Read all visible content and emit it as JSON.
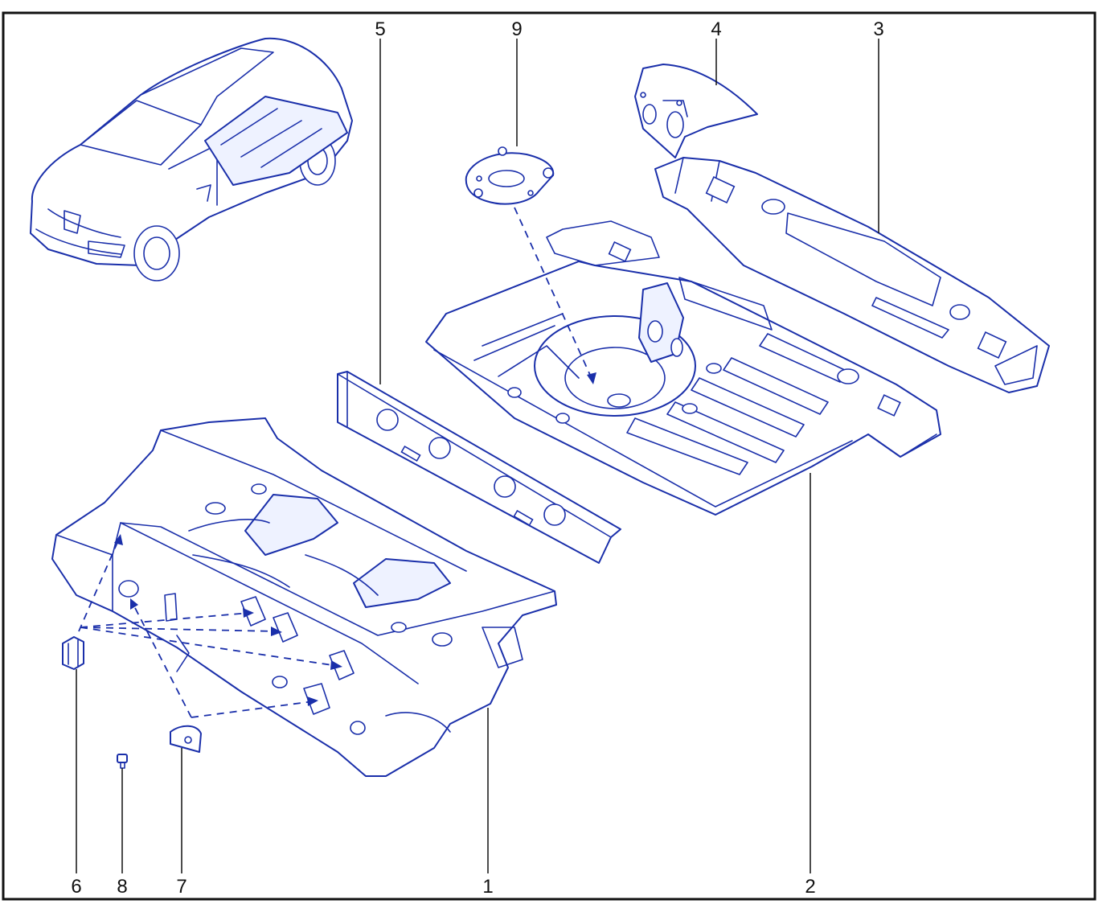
{
  "diagram": {
    "frame_color": "#111111",
    "line_color": "#1a2faa",
    "callouts": [
      {
        "id": "1",
        "label": "1"
      },
      {
        "id": "2",
        "label": "2"
      },
      {
        "id": "3",
        "label": "3"
      },
      {
        "id": "4",
        "label": "4"
      },
      {
        "id": "5",
        "label": "5"
      },
      {
        "id": "6",
        "label": "6"
      },
      {
        "id": "7",
        "label": "7"
      },
      {
        "id": "8",
        "label": "8"
      },
      {
        "id": "9",
        "label": "9"
      }
    ]
  }
}
